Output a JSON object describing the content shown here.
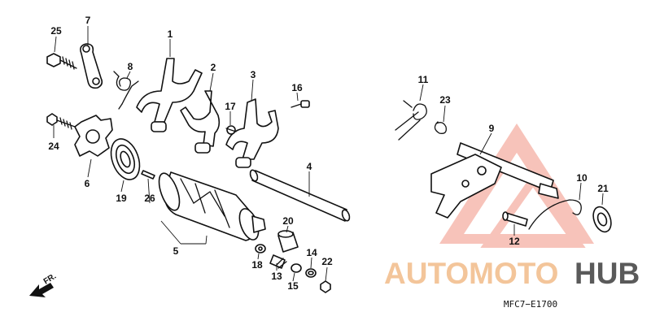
{
  "diagram": {
    "code": "MFC7−E1700",
    "front_marker": "FR.",
    "callouts": [
      {
        "label": "1"
      },
      {
        "label": "2"
      },
      {
        "label": "3"
      },
      {
        "label": "4"
      },
      {
        "label": "5"
      },
      {
        "label": "6"
      },
      {
        "label": "7"
      },
      {
        "label": "8"
      },
      {
        "label": "9"
      },
      {
        "label": "10"
      },
      {
        "label": "11"
      },
      {
        "label": "12"
      },
      {
        "label": "13"
      },
      {
        "label": "14"
      },
      {
        "label": "15"
      },
      {
        "label": "16"
      },
      {
        "label": "17"
      },
      {
        "label": "18"
      },
      {
        "label": "19"
      },
      {
        "label": "20"
      },
      {
        "label": "21"
      },
      {
        "label": "22"
      },
      {
        "label": "23"
      },
      {
        "label": "24"
      },
      {
        "label": "25"
      },
      {
        "label": "26"
      }
    ]
  },
  "watermark": {
    "part1": "AUTOMOTO",
    "part2": "HUB",
    "color_main": "#f6b9ae",
    "color_accent": "#f3c59a",
    "color_dark": "#5a5a5a"
  }
}
